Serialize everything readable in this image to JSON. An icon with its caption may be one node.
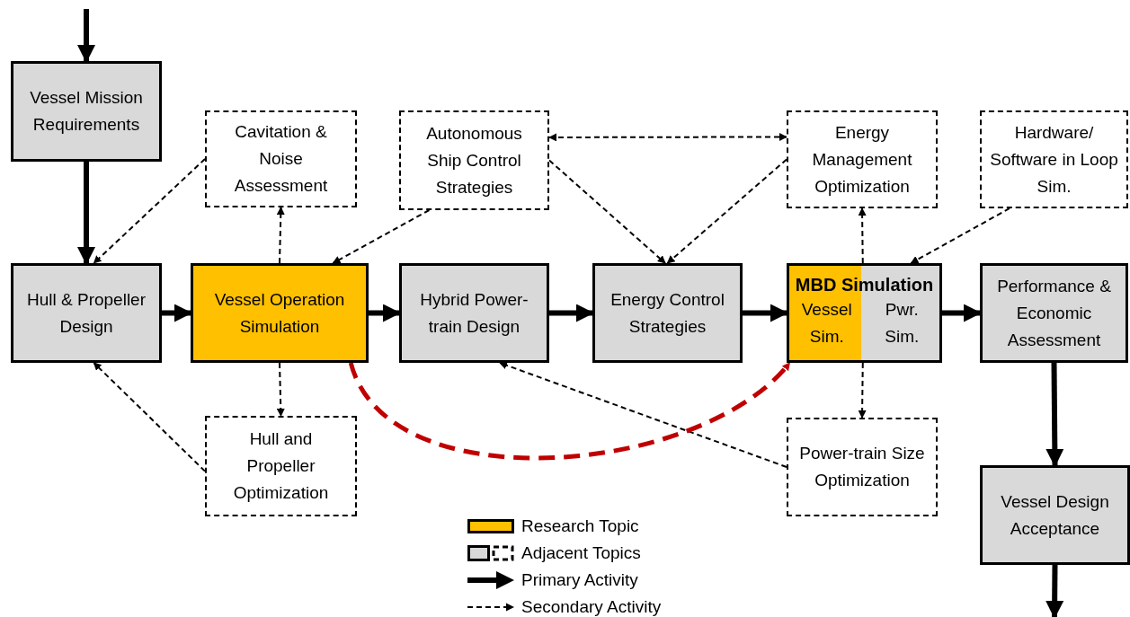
{
  "diagram": {
    "nodes": [
      {
        "text": [
          "Vessel Mission Requirements"
        ]
      },
      {
        "text": [
          "Cavitation & Noise Assessment"
        ]
      },
      {
        "text": [
          "Autonomous Ship Control Strategies"
        ]
      },
      {
        "text": [
          "Energy Management Optimization"
        ]
      },
      {
        "text": [
          "Hardware/ Software in Loop Sim."
        ]
      },
      {
        "text": [
          "Hull & Propeller Design"
        ]
      },
      {
        "text": [
          "Vessel Operation Simulation"
        ]
      },
      {
        "text": [
          "Hybrid Power-train Design"
        ]
      },
      {
        "text": [
          "Energy Control Strategies"
        ]
      },
      {
        "text": [
          "MBD Simulation",
          "Vessel Sim.",
          "Pwr. Sim."
        ]
      },
      {
        "text": [
          "Performance & Economic Assessment"
        ]
      },
      {
        "text": [
          "Hull and Propeller Optimization"
        ]
      },
      {
        "text": [
          "Power-train Size Optimization"
        ]
      },
      {
        "text": [
          "Vessel Design Acceptance"
        ]
      }
    ],
    "edges": [
      {
        "from": null,
        "to": 0,
        "arrow": "to",
        "style": "thick"
      },
      {
        "from": 0,
        "to": 5,
        "arrow": "to",
        "style": "thick"
      },
      {
        "from": 1,
        "to": 5,
        "arrow": "to",
        "style": "dashed"
      },
      {
        "from": 6,
        "to": 1,
        "arrow": "to",
        "style": "dashed"
      },
      {
        "from": 2,
        "to": 6,
        "arrow": "to",
        "style": "dashed"
      },
      {
        "from": 2,
        "to": 3,
        "arrow": "both",
        "style": "dashed"
      },
      {
        "from": 2,
        "to": 8,
        "arrow": "to",
        "style": "dashed"
      },
      {
        "from": 3,
        "to": 8,
        "arrow": "to",
        "style": "dashed"
      },
      {
        "from": 9,
        "to": 3,
        "arrow": "to",
        "style": "dashed"
      },
      {
        "from": 4,
        "to": 9,
        "arrow": "to",
        "style": "dashed"
      },
      {
        "from": 5,
        "to": 6,
        "arrow": "to",
        "style": "thick"
      },
      {
        "from": 6,
        "to": 7,
        "arrow": "to",
        "style": "thick"
      },
      {
        "from": 7,
        "to": 8,
        "arrow": "to",
        "style": "thick"
      },
      {
        "from": 8,
        "to": 9,
        "arrow": "to",
        "style": "thick"
      },
      {
        "from": 9,
        "to": 10,
        "arrow": "to",
        "style": "thick"
      },
      {
        "from": 6,
        "to": 11,
        "arrow": "to",
        "style": "dashed"
      },
      {
        "from": 11,
        "to": 5,
        "arrow": "to",
        "style": "dashed"
      },
      {
        "from": 9,
        "to": 12,
        "arrow": "to",
        "style": "dashed"
      },
      {
        "from": 12,
        "to": 7,
        "arrow": "to",
        "style": "dashed"
      },
      {
        "from": 6,
        "to": 9,
        "arrow": "to",
        "style": "dashed",
        "color": "#c00000"
      },
      {
        "from": 10,
        "to": 13,
        "arrow": "to",
        "style": "thick"
      },
      {
        "from": 13,
        "to": null,
        "arrow": "to",
        "style": "thick"
      }
    ],
    "legend": [
      {
        "text": "Research Topic",
        "color": "#ffc000"
      },
      {
        "text": "Adjacent Topics"
      },
      {
        "text": "Primary Activity"
      },
      {
        "text": "Secondary Activity"
      }
    ]
  }
}
